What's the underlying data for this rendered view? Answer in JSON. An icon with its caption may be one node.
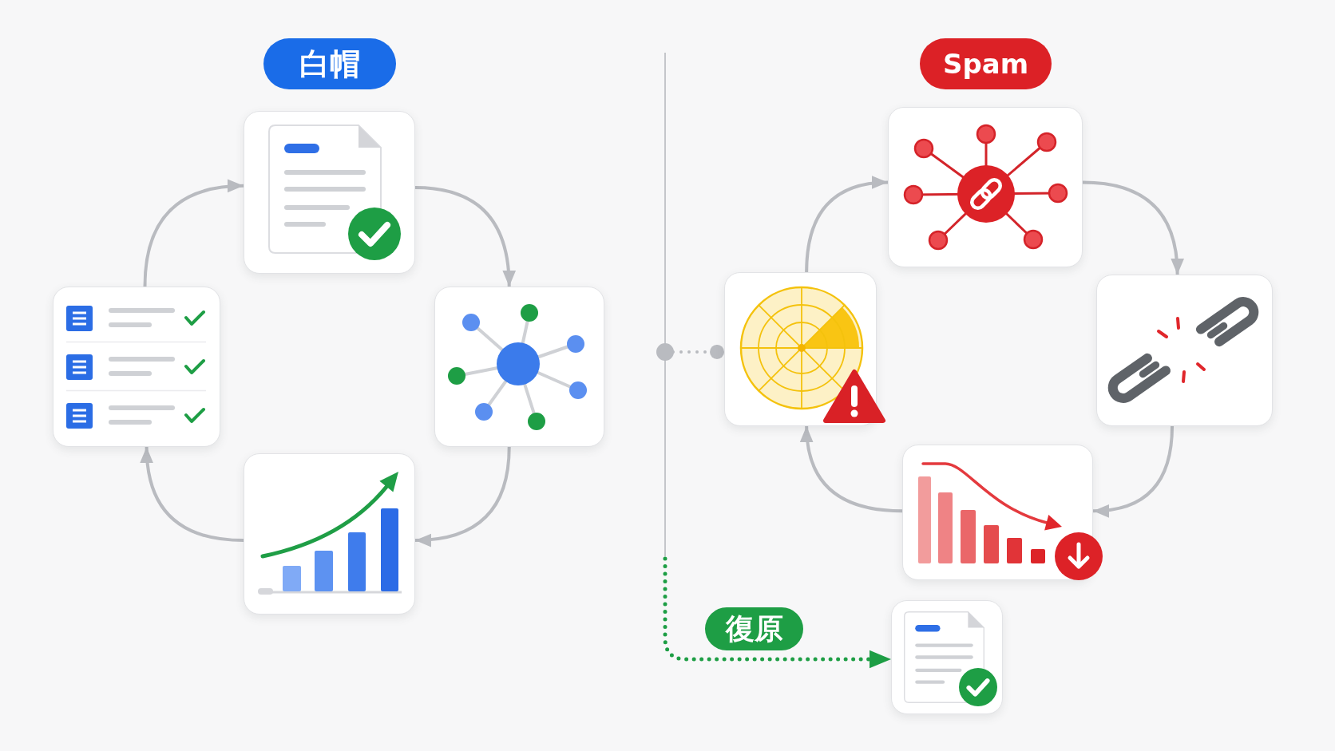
{
  "diagram": {
    "nodes": [
      {
        "text": [
          "白帽"
        ]
      },
      {
        "text": [],
        "shape": "picture"
      },
      {
        "text": [],
        "shape": "picture"
      },
      {
        "text": [],
        "shape": "picture"
      },
      {
        "text": [],
        "shape": "picture"
      },
      {
        "text": [
          "Spam"
        ]
      },
      {
        "text": [],
        "shape": "picture"
      },
      {
        "text": [],
        "shape": "picture"
      },
      {
        "text": [],
        "shape": "picture"
      },
      {
        "text": [],
        "shape": "picture"
      },
      {
        "text": [],
        "shape": "picture"
      }
    ],
    "edges": [
      {
        "from": 1,
        "to": 2,
        "arrow": "to"
      },
      {
        "from": 2,
        "to": 3,
        "arrow": "to"
      },
      {
        "from": 3,
        "to": 4,
        "arrow": "to"
      },
      {
        "from": 4,
        "to": 1,
        "arrow": "to"
      },
      {
        "from": 6,
        "to": 7,
        "arrow": "to"
      },
      {
        "from": 7,
        "to": 8,
        "arrow": "to"
      },
      {
        "from": 8,
        "to": 9,
        "arrow": "to"
      },
      {
        "from": 9,
        "to": 6,
        "arrow": "to"
      },
      {
        "from": null,
        "to": 9,
        "arrow": "other",
        "style": "dashed"
      },
      {
        "from": null,
        "to": 10,
        "arrow": "to",
        "style": "dashed",
        "color": "#1e9e45",
        "label": "復原"
      }
    ]
  }
}
